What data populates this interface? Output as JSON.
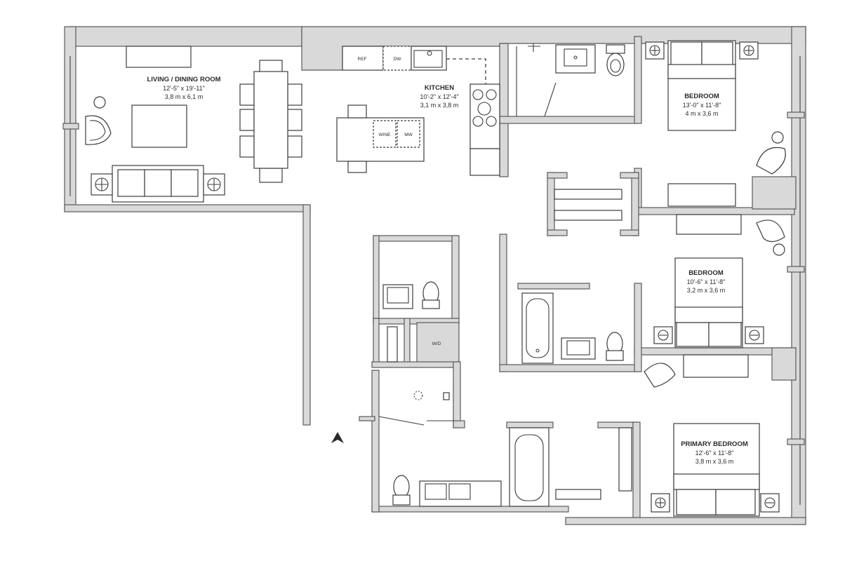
{
  "rooms": {
    "living": {
      "name": "LIVING / DINING ROOM",
      "dim_imperial": "12'-5\" x 19'-11\"",
      "dim_metric": "3,8 m x 6,1 m"
    },
    "kitchen": {
      "name": "KITCHEN",
      "dim_imperial": "10'-2\" x 12'-4\"",
      "dim_metric": "3,1 m x 3,8 m"
    },
    "bedroom1": {
      "name": "BEDROOM",
      "dim_imperial": "13'-0\" x 11'-8\"",
      "dim_metric": "4 m x 3,6 m"
    },
    "bedroom2": {
      "name": "BEDROOM",
      "dim_imperial": "10'-6\" x 11'-8\"",
      "dim_metric": "3,2 m x 3,6 m"
    },
    "primary": {
      "name": "PRIMARY BEDROOM",
      "dim_imperial": "12'-6\" x 11'-8\"",
      "dim_metric": "3,8 m x 3,6 m"
    }
  },
  "appliances": {
    "ref": "REF",
    "dw": "DW",
    "wine": "WINE",
    "mw": "MW",
    "wd": "W/D"
  },
  "icons": [
    "north-arrow-icon",
    "armchair-icon",
    "lamp-icon",
    "sofa-icon",
    "bed-icon",
    "toilet-icon",
    "sink-icon",
    "bathtub-icon",
    "stove-icon"
  ]
}
